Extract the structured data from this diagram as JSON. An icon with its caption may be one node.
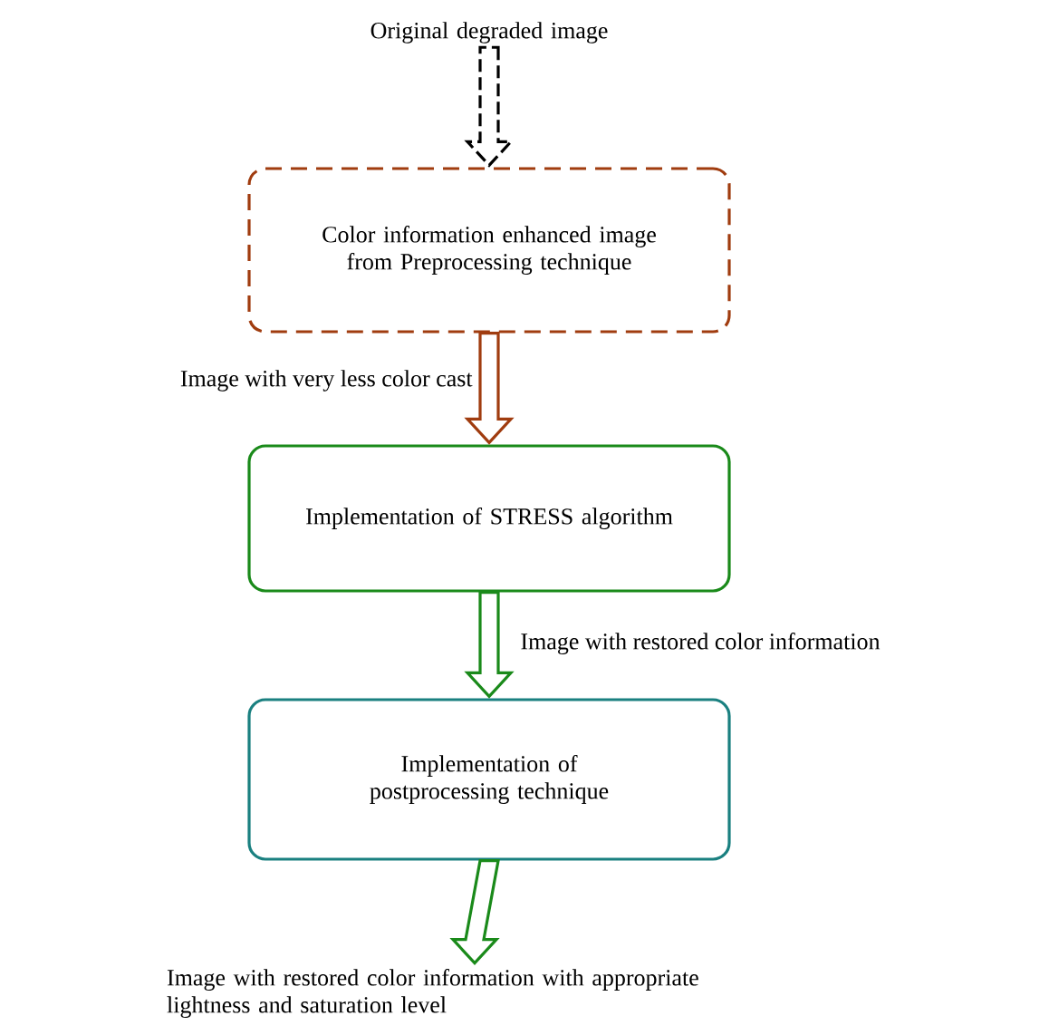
{
  "diagram": {
    "nodes": [
      {
        "text": [
          "Original degraded image"
        ]
      },
      {
        "text": [
          "Color information enhanced image from Preprocessing technique"
        ]
      },
      {
        "text": [
          "Implementation of STRESS algorithm"
        ]
      },
      {
        "text": [
          "Implementation of postprocessing technique"
        ]
      },
      {
        "text": [
          "Image with restored color information with appropriate lightness and saturation level"
        ]
      }
    ],
    "edges": [
      {
        "from": 0,
        "to": 1,
        "arrow": "to",
        "style": "dashed",
        "color": "#000000"
      },
      {
        "from": 1,
        "to": 2,
        "arrow": "to",
        "color": "#a03c0f",
        "label": "Image with very less color cast"
      },
      {
        "from": 2,
        "to": 3,
        "arrow": "to",
        "label": "Image with restored color information"
      },
      {
        "from": 3,
        "to": 4,
        "arrow": "to"
      }
    ]
  }
}
